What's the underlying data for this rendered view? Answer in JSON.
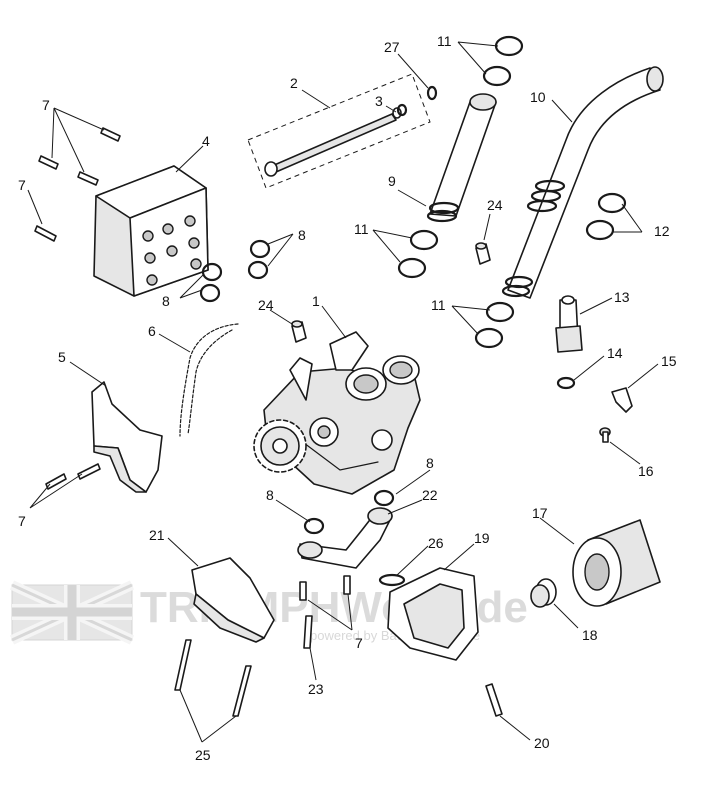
{
  "callouts": {
    "c1": "1",
    "c2": "2",
    "c3": "3",
    "c4": "4",
    "c5": "5",
    "c6": "6",
    "c7a": "7",
    "c7b": "7",
    "c7c": "7",
    "c7d": "7",
    "c8a": "8",
    "c8b": "8",
    "c8c": "8",
    "c8d": "8",
    "c9": "9",
    "c10": "10",
    "c11a": "11",
    "c11b": "11",
    "c11c": "11",
    "c12": "12",
    "c13": "13",
    "c14": "14",
    "c15": "15",
    "c16": "16",
    "c17": "17",
    "c18": "18",
    "c19": "19",
    "c20": "20",
    "c21": "21",
    "c22": "22",
    "c23": "23",
    "c24a": "24",
    "c24b": "24",
    "c25": "25",
    "c26": "26",
    "c27": "27"
  },
  "watermark": {
    "title": "TRIUMPHWorld.de",
    "subtitle": "powered by Bauer's Bikestyle"
  },
  "colors": {
    "line": "#1a1a1a",
    "fill": "#ffffff",
    "shade": "#e6e6e6",
    "watermark": "#d8d8d8"
  }
}
